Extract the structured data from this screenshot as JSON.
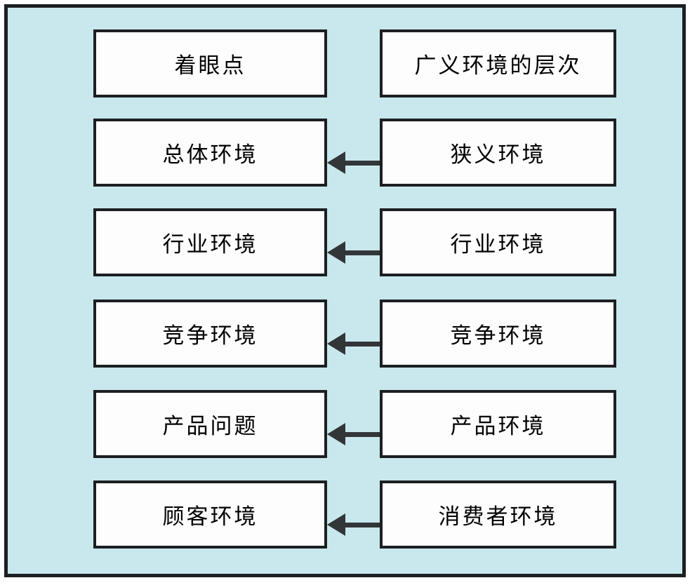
{
  "diagram": {
    "title_implicit": "环境层次对照图",
    "header": {
      "left": "着眼点",
      "right": "广义环境的层次"
    },
    "rows": [
      {
        "left": "总体环境",
        "right": "狭义环境"
      },
      {
        "left": "行业环境",
        "right": "行业环境"
      },
      {
        "left": "竞争环境",
        "right": "竞争环境"
      },
      {
        "left": "产品问题",
        "right": "产品环境"
      },
      {
        "left": "顾客环境",
        "right": "消费者环境"
      }
    ],
    "arrow_direction": "right-to-left"
  },
  "colors": {
    "frame_background": "#c9e8ee",
    "box_fill": "#fdfdfd",
    "border": "#1c1f21",
    "arrow": "#323638",
    "text": "#000000",
    "page_background": "#ffffff"
  }
}
